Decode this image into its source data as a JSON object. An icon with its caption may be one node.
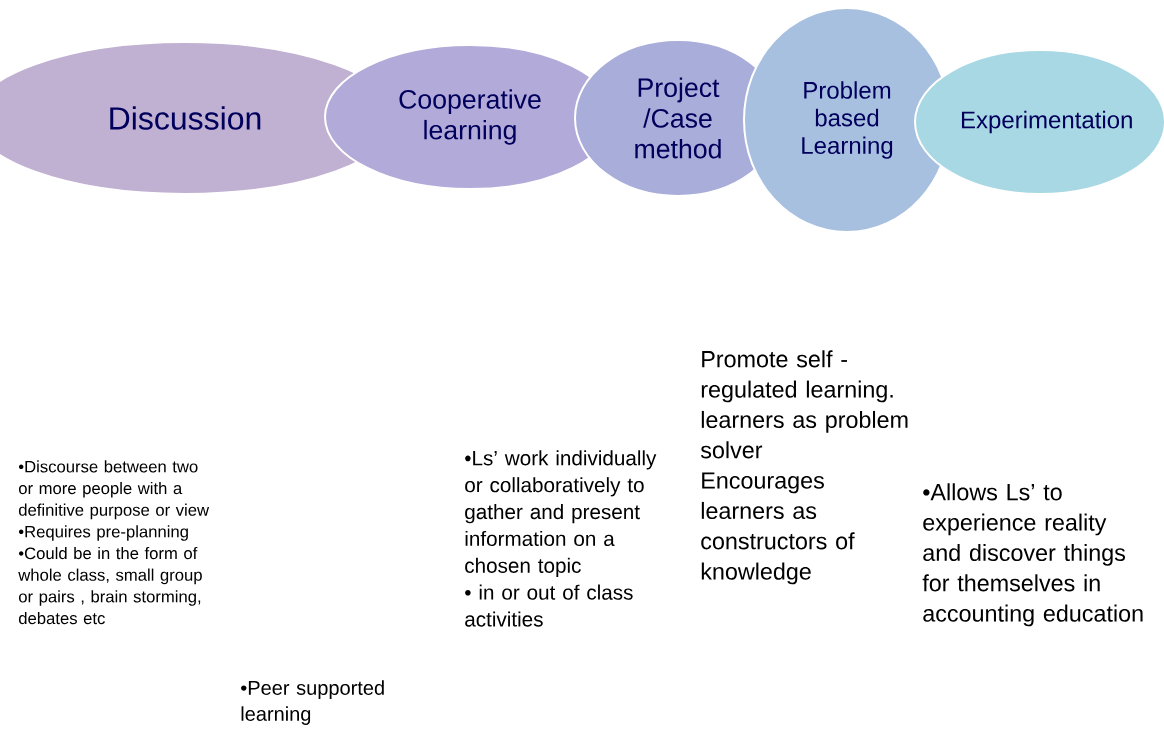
{
  "diagram": {
    "nodes": [
      {
        "text": [
          "Discussion"
        ]
      },
      {
        "text": [
          "Cooperative learning"
        ]
      },
      {
        "text": [
          "Project /Case method"
        ]
      },
      {
        "text": [
          "Problem based Learning"
        ]
      },
      {
        "text": [
          "Experimentation"
        ]
      }
    ],
    "labels": [
      "•Discourse between two or more people with a definitive purpose or view",
      "•Requires pre-planning",
      "•Could be in the form of whole class, small group or pairs , brain storming, debates etc",
      "•Peer supported learning",
      "•Ls’ work individually or collaboratively to gather and present information on a chosen topic",
      "• in or out of class activities",
      "Promote self - regulated learning.",
      "learners as problem solver",
      "Encourages learners as constructors of knowledge",
      "•Allows Ls’ to experience reality and discover things for themselves in accounting education"
    ]
  }
}
